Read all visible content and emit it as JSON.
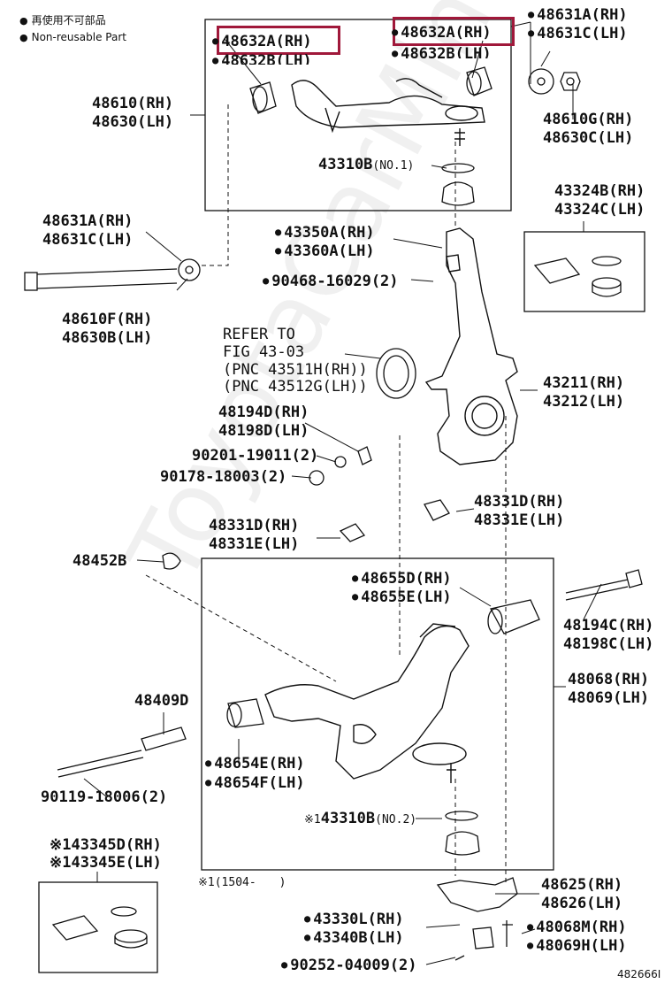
{
  "legend": {
    "ja": "再使用不可部品",
    "en": "Non-reusable Part"
  },
  "watermark": "ToyotaCarMine.ru",
  "figure_id": "482666I",
  "labels": {
    "p48632a_rh_left": "48632A(RH)",
    "p48632b_lh_left": "48632B(LH)",
    "p48632a_rh_right": "48632A(RH)",
    "p48632b_lh_right": "48632B(LH)",
    "p48631a_rh_top": "48631A(RH)",
    "p48631c_lh_top": "48631C(LH)",
    "p48610_rh": "48610(RH)",
    "p48630_lh": "48630(LH)",
    "p48610g_rh": "48610G(RH)",
    "p48630c_lh": "48630C(LH)",
    "p43310b_no1": "43310B",
    "no1": "(NO.1)",
    "p43324b_rh": "43324B(RH)",
    "p43324c_lh": "43324C(LH)",
    "p48631a_rh_mid": "48631A(RH)",
    "p48631c_lh_mid": "48631C(LH)",
    "p43350a_rh": "43350A(RH)",
    "p43360a_lh": "43360A(LH)",
    "p90468": "90468-16029(2)",
    "p48610f_rh": "48610F(RH)",
    "p48630b_lh": "48630B(LH)",
    "refer1": "REFER TO",
    "refer2": "FIG 43-03",
    "refer3": "(PNC 43511H(RH))",
    "refer4": "(PNC 43512G(LH))",
    "p43211_rh": "43211(RH)",
    "p43212_lh": "43212(LH)",
    "p48194d_rh": "48194D(RH)",
    "p48198d_lh": "48198D(LH)",
    "p90201": "90201-19011(2)",
    "p90178": "90178-18003(2)",
    "p48331d_rh_right": "48331D(RH)",
    "p48331e_lh_right": "48331E(LH)",
    "p48331d_rh_left": "48331D(RH)",
    "p48331e_lh_left": "48331E(LH)",
    "p48452b": "48452B",
    "p48655d_rh": "48655D(RH)",
    "p48655e_lh": "48655E(LH)",
    "p48194c_rh": "48194C(RH)",
    "p48198c_lh": "48198C(LH)",
    "p48409d": "48409D",
    "p48068_rh": "48068(RH)",
    "p48069_lh": "48069(LH)",
    "p48654e_rh": "48654E(RH)",
    "p48654f_lh": "48654F(LH)",
    "p90119": "90119-18006(2)",
    "p43310b_no2": "43310B",
    "no2": "(NO.2)",
    "mark1": "※1",
    "p43345d_rh": "※143345D(RH)",
    "p43345e_lh": "※143345E(LH)",
    "note1": "※1(1504-　　)",
    "p48625_rh": "48625(RH)",
    "p48626_lh": "48626(LH)",
    "p43330l_rh": "43330L(RH)",
    "p43340b_lh": "43340B(LH)",
    "p48068m_rh": "48068M(RH)",
    "p48069h_lh": "48069H(LH)",
    "p90252": "90252-04009(2)"
  },
  "colors": {
    "highlight": "#a0183a",
    "line": "#111111"
  }
}
